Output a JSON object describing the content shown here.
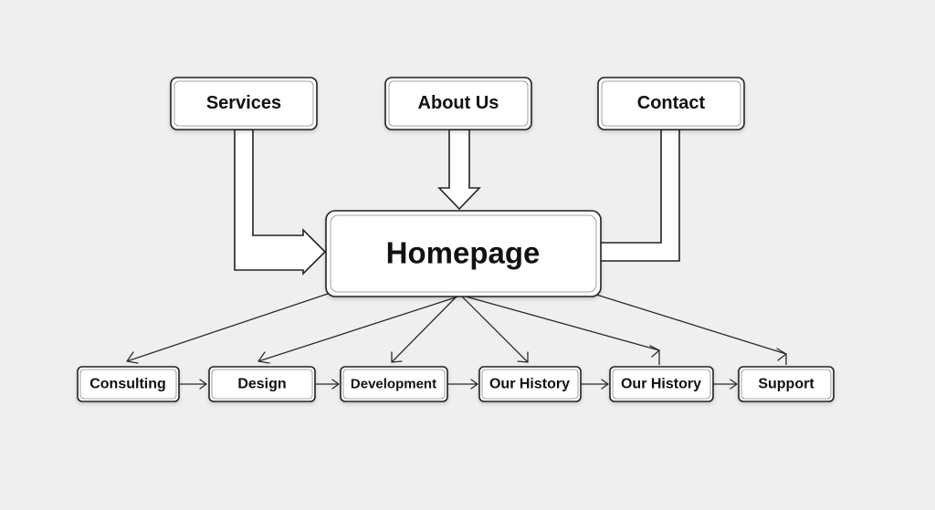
{
  "nodes": {
    "services": "Services",
    "about_us": "About Us",
    "contact": "Contact",
    "homepage": "Homepage",
    "consulting": "Consulting",
    "design": "Design",
    "development": "Development",
    "our_history_1": "Our History",
    "our_history_2": "Our History",
    "support": "Support"
  },
  "colors": {
    "background": "#efefef",
    "box_fill": "#ffffff",
    "stroke": "#222222"
  }
}
